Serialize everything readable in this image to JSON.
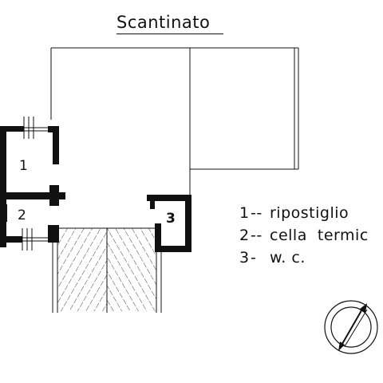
{
  "title": "Scantinato",
  "rooms": [
    {
      "num": "1"
    },
    {
      "num": "2"
    },
    {
      "num": "3"
    }
  ],
  "legend": [
    {
      "num": "1",
      "sep": "--",
      "label": "ripostiglio"
    },
    {
      "num": "2",
      "sep": "--",
      "label": "cella  termic"
    },
    {
      "num": "3",
      "sep": "-",
      "label": "w. c."
    }
  ],
  "symbols": {
    "north": "compass-icon"
  },
  "colors": {
    "ink": "#111111",
    "paper": "#ffffff"
  }
}
